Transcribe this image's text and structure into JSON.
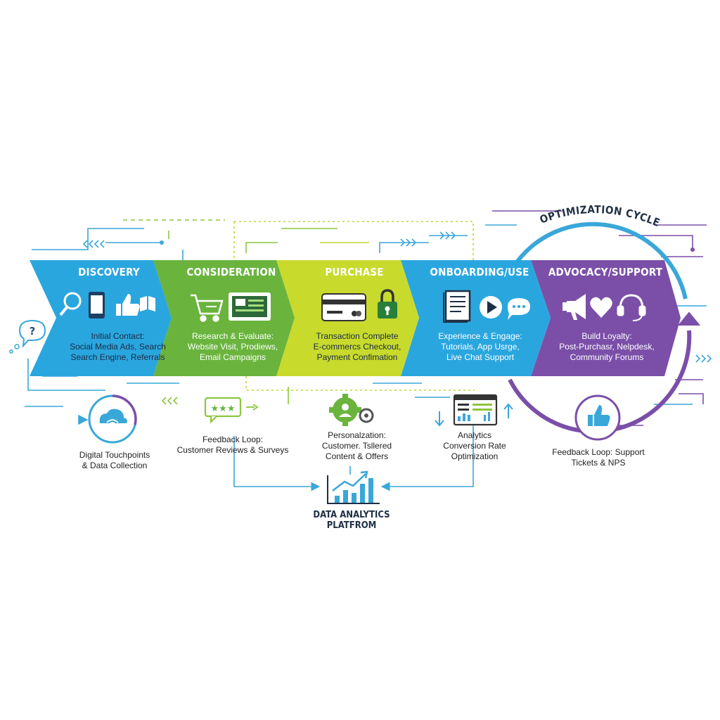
{
  "cycle_title": "OPTIMIZATION CYCLE",
  "stages": [
    {
      "title": "DISCOVERY",
      "description": "Initial Contact:\nSocial Media Ads, Search\nSearch Engine, Referrals",
      "icons": [
        "magnifier-icon",
        "smartphone-icon",
        "thumbs-up-icon",
        "book-icon"
      ]
    },
    {
      "title": "CONSIDERATION",
      "description": "Research & Evaluate:\nWebsite Visit, Prodiews,\nEmail Campaigns",
      "icons": [
        "shopping-cart-icon",
        "monitor-icon"
      ]
    },
    {
      "title": "PURCHASE",
      "description": "Transaction Complete\nE-commercs Checkout,\nPayment Confimation",
      "icons": [
        "credit-card-icon",
        "padlock-icon"
      ]
    },
    {
      "title": "ONBOARDING/USE",
      "description": "Experience & Engage:\nTutorials, App Usrge,\nLive Chat Support",
      "icons": [
        "document-icon",
        "play-icon",
        "chat-icon"
      ]
    },
    {
      "title": "ADVOCACY/SUPPORT",
      "description": "Build Loyalty:\nPost-Purchasr, Nelpdesk,\nCommunity Forums",
      "icons": [
        "megaphone-icon",
        "heart-icon",
        "headset-icon"
      ]
    }
  ],
  "nodes": {
    "touchpoints": "Digital Touchpoints\n& Data Collection",
    "reviews": "Feedback Loop:\nCustomer Reviews & Surveys",
    "personalization": "Personalzation:\nCustomer. Tsllered\nContent & Offers",
    "analytics": "Analytics\nConversion Rate\nOptimization",
    "support": "Feedback Loop: Support\nTickets & NPS",
    "platform": "DATA ANALYTICS\nPLATFROM"
  },
  "colors": {
    "discovery": "#2aa6df",
    "consideration": "#6ab43e",
    "purchase": "#c2d62e",
    "onboarding": "#2aa6df",
    "advocacy": "#7b4fa8",
    "line_blue": "#3aa7d9",
    "line_green": "#8cc63e",
    "line_purple": "#7b4fa8"
  }
}
